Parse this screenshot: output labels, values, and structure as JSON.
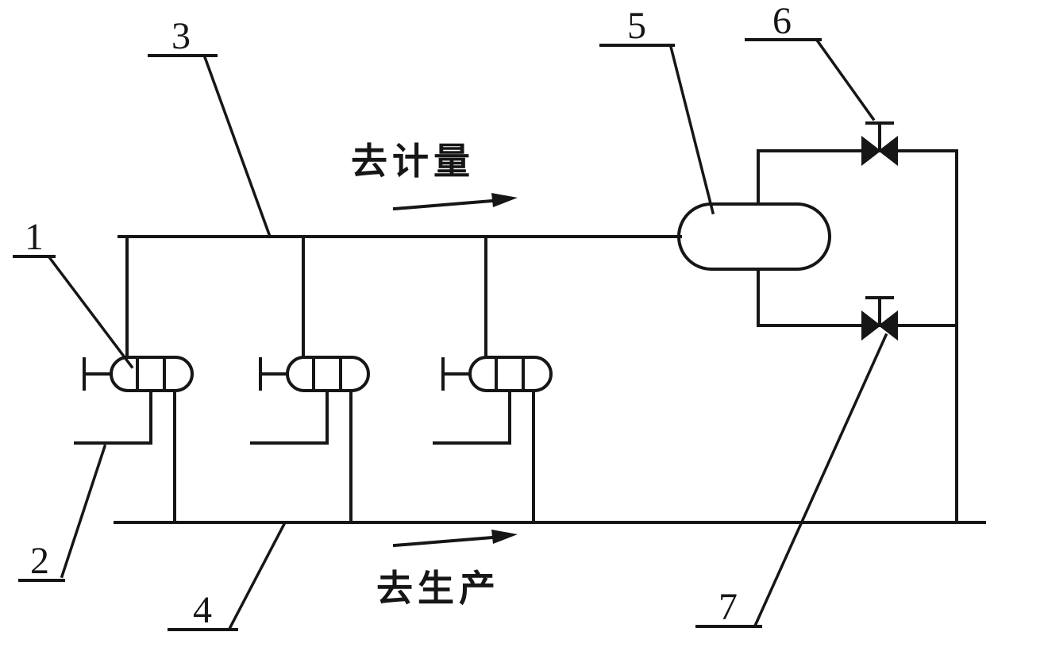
{
  "diagram": {
    "type": "piping-schematic",
    "description": "Well metering / production manifold schematic with separator vessel and bypass valves",
    "labels": {
      "n1": "1",
      "n2": "2",
      "n3": "3",
      "n4": "4",
      "n5": "5",
      "n6": "6",
      "n7": "7"
    },
    "annotations": {
      "to_metering": "去计量",
      "to_production": "去生产"
    },
    "colors": {
      "ink": "#161616",
      "background": "#ffffff"
    }
  }
}
